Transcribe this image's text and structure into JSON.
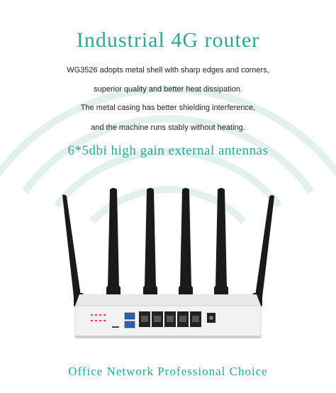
{
  "header": {
    "title": "Industrial 4G router"
  },
  "description": {
    "lines": [
      "WG3526 adopts metal shell with sharp edges and corners,",
      "superior quality and better heat dissipation.",
      "The metal casing has better shielding interference,",
      "and the machine runs stably without heating."
    ]
  },
  "feature": {
    "antenna_text": "6*5dbi high gain external antennas"
  },
  "footer": {
    "slogan": "Office Network Professional Choice"
  },
  "colors": {
    "accent": "#2aa892",
    "wave": "#e3f1ee",
    "antenna": "#1a1a1a",
    "chassis": "#f2f2f2"
  },
  "icons": [
    "wifi-waves-icon",
    "router-device-icon",
    "ethernet-port-icon",
    "usb-port-icon",
    "power-jack-icon"
  ]
}
